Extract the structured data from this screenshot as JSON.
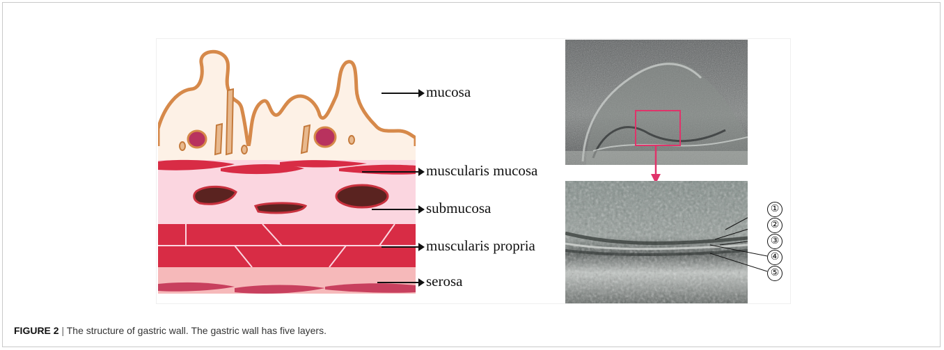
{
  "figure": {
    "labels": {
      "mucosa": "mucosa",
      "muscularis_mucosa": "muscularis mucosa",
      "submucosa": "submucosa",
      "muscularis_propria": "muscularis propria",
      "serosa": "serosa"
    },
    "layer_numbers": [
      "①",
      "②",
      "③",
      "④",
      "⑤"
    ]
  },
  "caption": {
    "label": "FIGURE 2",
    "separator": "|",
    "text": "The structure of gastric wall. The gastric wall has five layers."
  },
  "colors": {
    "mucosa_fill": "#fdf1e6",
    "mucosa_outline": "#d6894a",
    "muscle": "#d82c45",
    "submucosa_fill": "#fbd6e0",
    "vessel_fill": "#5a2320",
    "serosa_fill": "#f6b9ba",
    "highlight": "#e0336a"
  }
}
